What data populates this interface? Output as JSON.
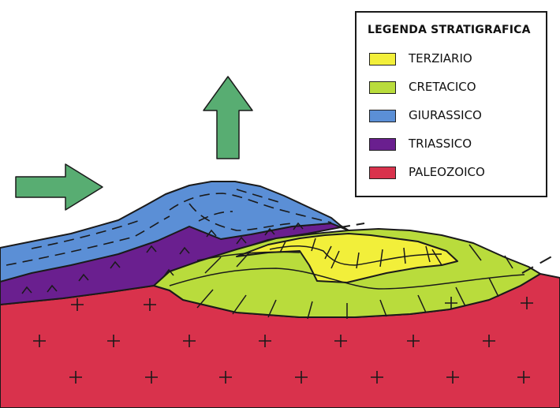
{
  "legend": {
    "title": "LEGENDA STRATIGRAFICA",
    "items": [
      {
        "label": "TERZIARIO",
        "color": "#f2ef3a"
      },
      {
        "label": "CRETACICO",
        "color": "#b9dc3c"
      },
      {
        "label": "GIURASSICO",
        "color": "#5b8fd6"
      },
      {
        "label": "TRIASSICO",
        "color": "#6a1f8f"
      },
      {
        "label": "PALEOZOICO",
        "color": "#d9324c"
      }
    ]
  },
  "arrows": [
    {
      "direction": "right",
      "color": "#58ad72"
    },
    {
      "direction": "up",
      "color": "#58ad72"
    }
  ]
}
